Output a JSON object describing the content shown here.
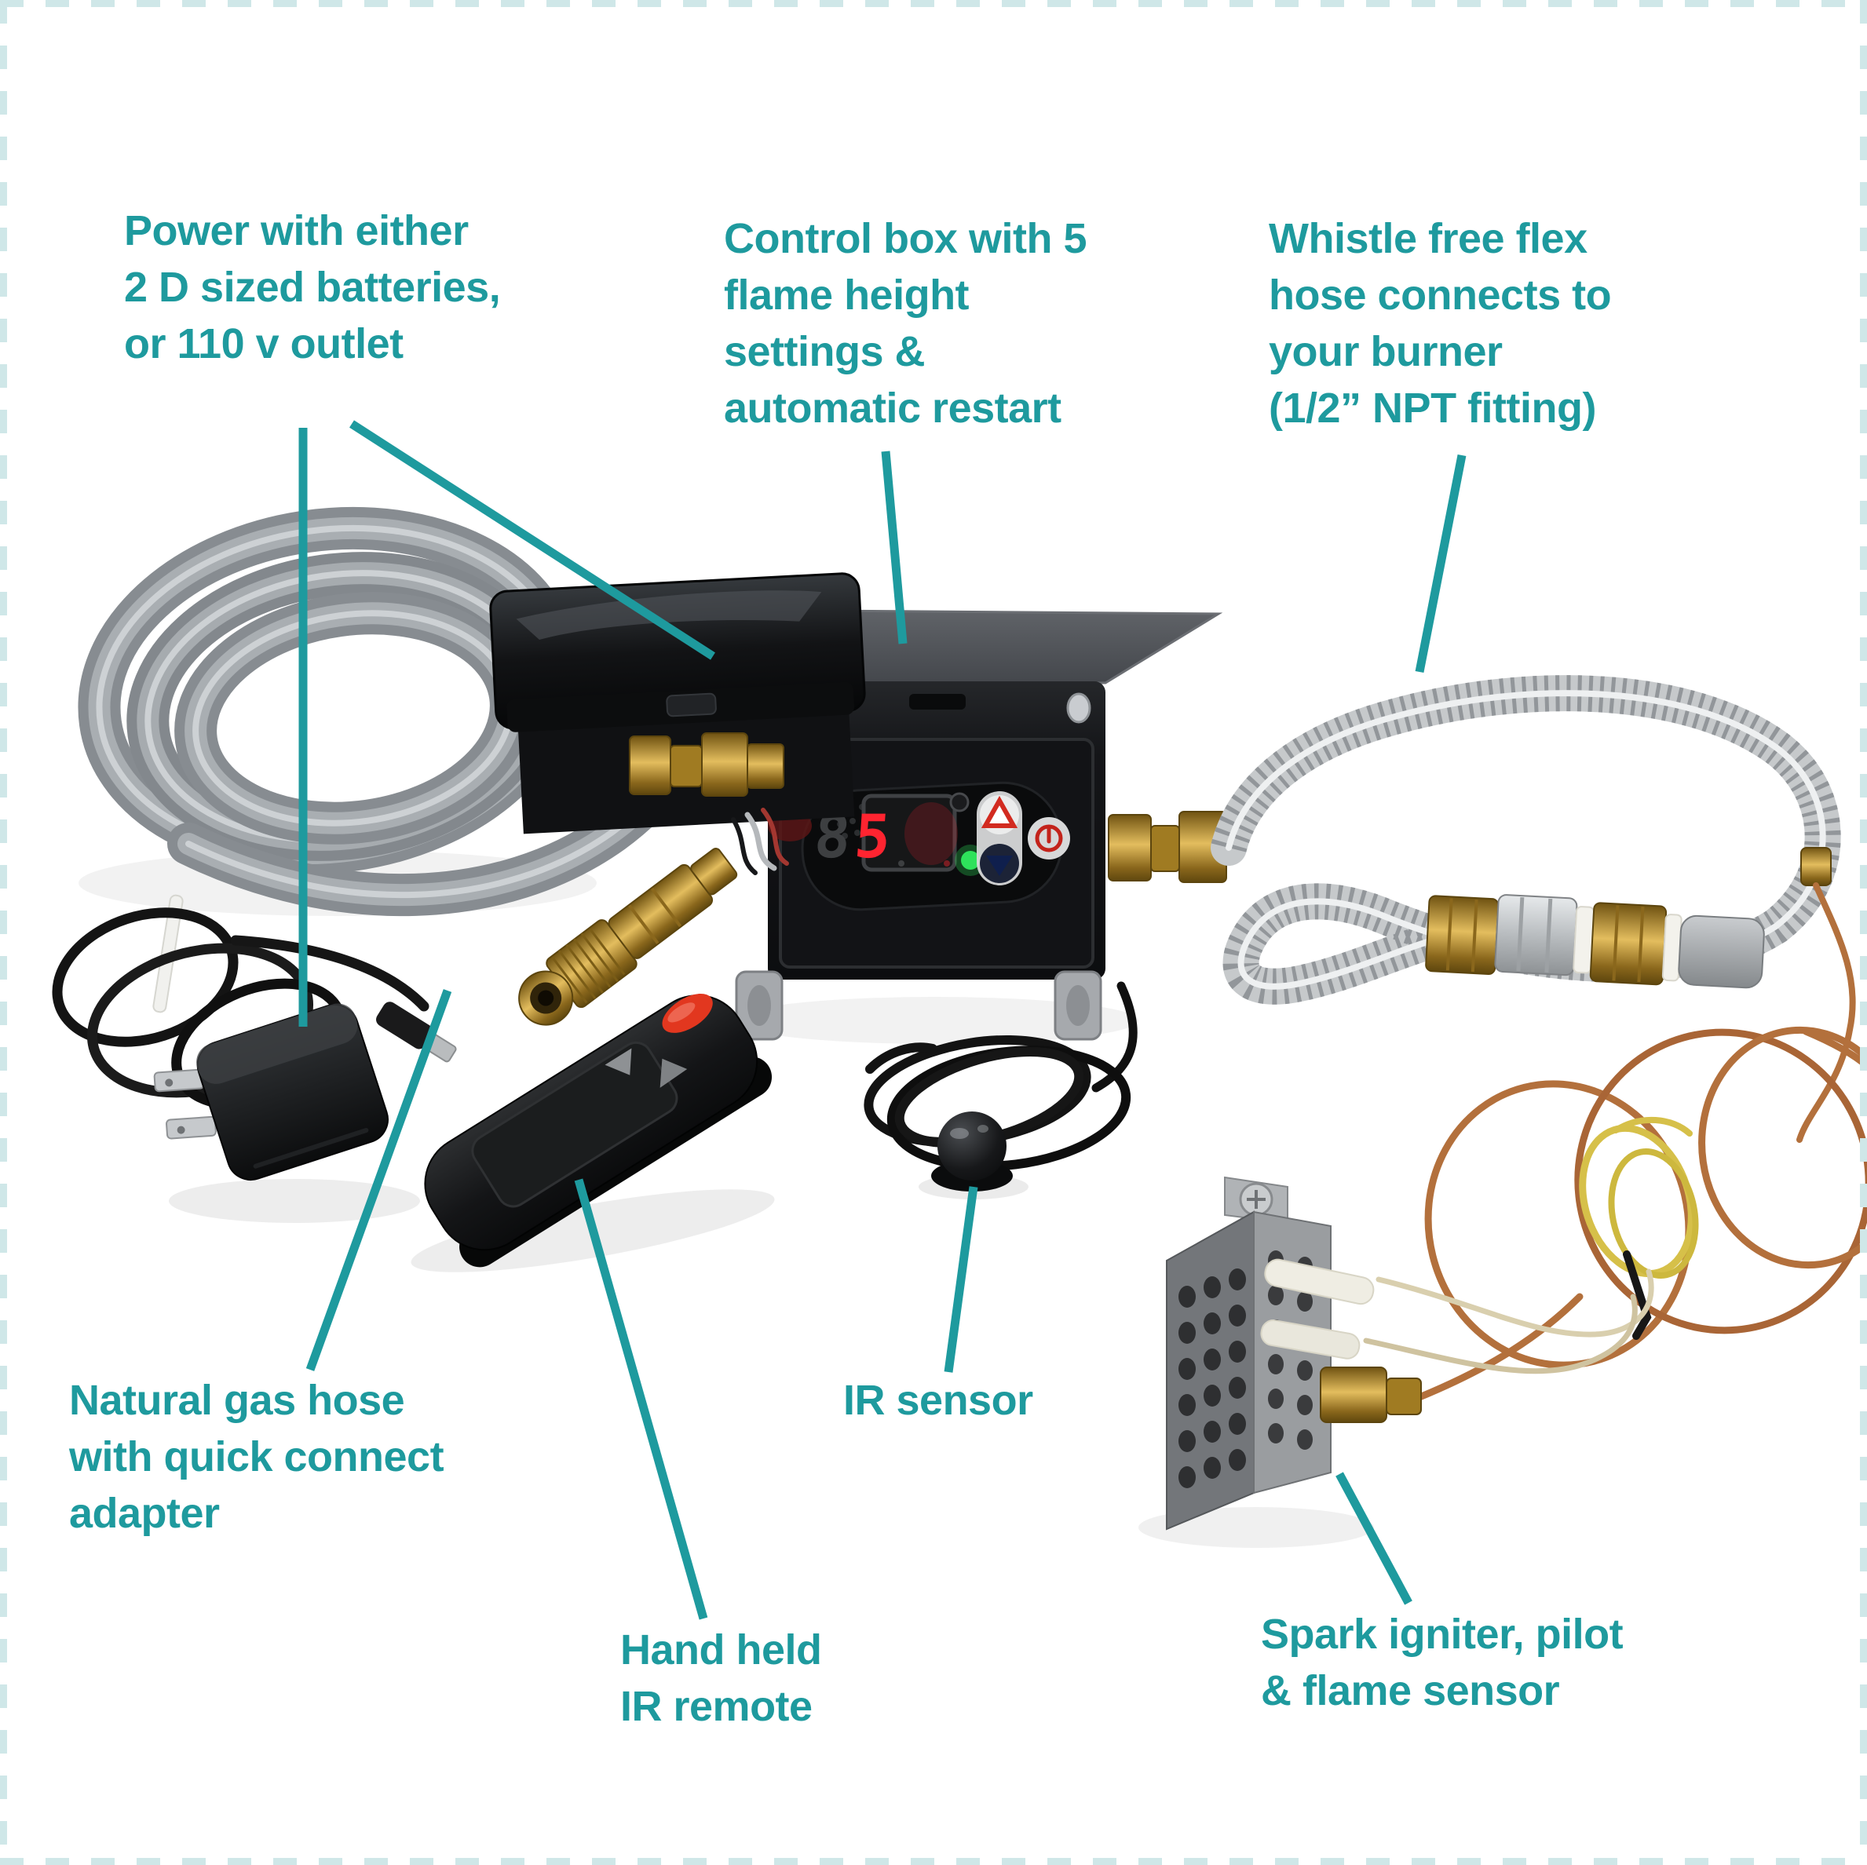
{
  "page": {
    "background": "#ffffff",
    "border_dash_color": "#cfe7e8"
  },
  "colors": {
    "accent_teal": "#1e9a9e",
    "display_red": "#ff2430",
    "display_dim": "#3d3f41",
    "led_green": "#2ee25b",
    "brass": "#c29b3f",
    "copper": "#b3703c",
    "stainless": "#c6c9cb",
    "hose_gray": "#8f9498"
  },
  "annotations": {
    "power": {
      "text": "Power with either\n2 D sized batteries,\nor 110 v outlet"
    },
    "control_box": {
      "text": "Control box with 5\nflame height\nsettings &\nautomatic restart"
    },
    "flex_hose": {
      "text": "Whistle free flex\nhose connects to\nyour burner\n(1/2” NPT fitting)"
    },
    "gas_hose": {
      "text": "Natural gas hose\nwith quick connect\nadapter"
    },
    "remote": {
      "text": "Hand held\nIR remote"
    },
    "ir_sensor": {
      "text": "IR sensor"
    },
    "spark": {
      "text": "Spark igniter, pilot\n& flame sensor"
    }
  },
  "control_panel": {
    "left_digit": "8",
    "right_digit": "5",
    "indicators": [
      {
        "name": "status-led",
        "color": "#2ee25b"
      }
    ],
    "buttons": [
      {
        "icon": "flame-up-arrow-icon"
      },
      {
        "icon": "flame-down-arrow-icon"
      },
      {
        "icon": "power-flame-icon"
      }
    ]
  },
  "components": [
    {
      "name": "natural-gas-hose-coil"
    },
    {
      "name": "battery-box"
    },
    {
      "name": "control-box"
    },
    {
      "name": "quick-connect-adapter"
    },
    {
      "name": "whistle-free-flex-hose"
    },
    {
      "name": "flex-hose-coupler"
    },
    {
      "name": "ac-power-adapter"
    },
    {
      "name": "ir-remote"
    },
    {
      "name": "ir-sensor"
    },
    {
      "name": "pilot-assembly"
    },
    {
      "name": "copper-thermocouple-tubing"
    }
  ]
}
